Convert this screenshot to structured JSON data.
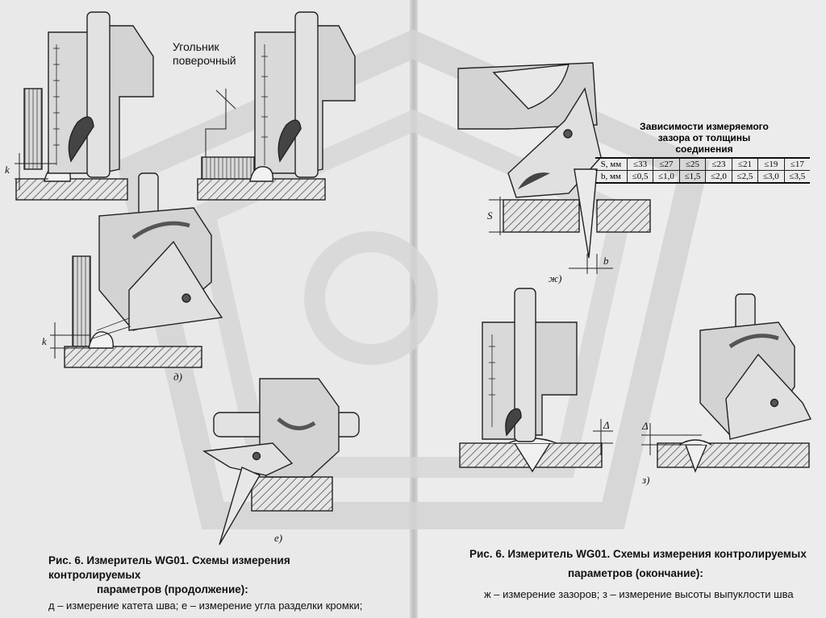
{
  "callout": {
    "line1": "Угольник",
    "line2": "поверочный"
  },
  "labels": {
    "k": "k",
    "S": "S",
    "b": "b",
    "delta": "Δ",
    "fig_d": "д)",
    "fig_e": "е)",
    "fig_zh": "ж)",
    "fig_z": "з)"
  },
  "table": {
    "title_lines": [
      "Зависимости измеряемого",
      "зазора от толщины",
      "соединения"
    ],
    "rows": [
      {
        "head": "S, мм",
        "cells": [
          "≤33",
          "≤27",
          "≤25",
          "≤23",
          "≤21",
          "≤19",
          "≤17"
        ]
      },
      {
        "head": "b, мм",
        "cells": [
          "≤0,5",
          "≤1,0",
          "≤1,5",
          "≤2,0",
          "≤2,5",
          "≤3,0",
          "≤3,5"
        ]
      }
    ]
  },
  "caption_left": {
    "title1": "Рис. 6. Измеритель WG01. Схемы измерения контролируемых",
    "title2": "параметров (продолжение):",
    "desc": "д – измерение катета шва; е – измерение угла разделки кромки;"
  },
  "caption_right": {
    "title1": "Рис. 6. Измеритель WG01. Схемы измерения контролируемых",
    "title2": "параметров (окончание):",
    "desc": "ж – измерение зазоров; з – измерение высоты выпуклости шва"
  },
  "colors": {
    "page": "#e9e9e9",
    "ink": "#111111",
    "watermark": "#d2d2d2",
    "gauge_fill": "#d7d7d7"
  },
  "icons": {
    "watermark": "pentagon-emblem-watermark"
  }
}
